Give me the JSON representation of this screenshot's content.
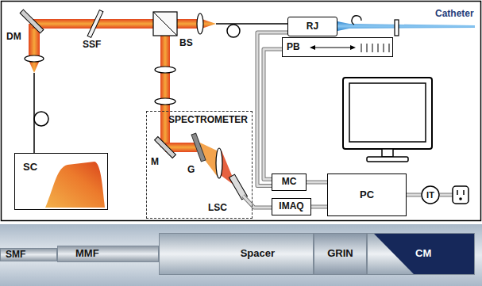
{
  "diagram": {
    "nodes": [
      {
        "text": [
          "RJ"
        ]
      },
      {
        "text": [
          "PB"
        ]
      },
      {
        "text": [
          "SPECTROMETER"
        ]
      },
      {
        "text": [
          "SC"
        ]
      },
      {
        "text": [
          "MC"
        ]
      },
      {
        "text": [
          "PC"
        ]
      },
      {
        "text": [
          "IT"
        ]
      },
      {
        "text": [
          "IMAQ"
        ]
      },
      {
        "text": [
          "SMF"
        ]
      },
      {
        "text": [
          "MMF"
        ]
      },
      {
        "text": [
          "Spacer"
        ]
      },
      {
        "text": [
          "GRIN"
        ]
      },
      {
        "text": [
          "CM"
        ]
      }
    ],
    "edges": [
      {
        "from": 0,
        "to": 4,
        "arrow": "none"
      },
      {
        "from": 1,
        "to": 4,
        "arrow": "none"
      },
      {
        "from": 4,
        "to": 5,
        "arrow": "none"
      },
      {
        "from": 7,
        "to": 5,
        "arrow": "none"
      },
      {
        "from": 5,
        "to": 6,
        "arrow": "none"
      }
    ],
    "labels": [
      "DM",
      "SSF",
      "BS",
      "Catheter",
      "M",
      "G",
      "LSC"
    ]
  }
}
